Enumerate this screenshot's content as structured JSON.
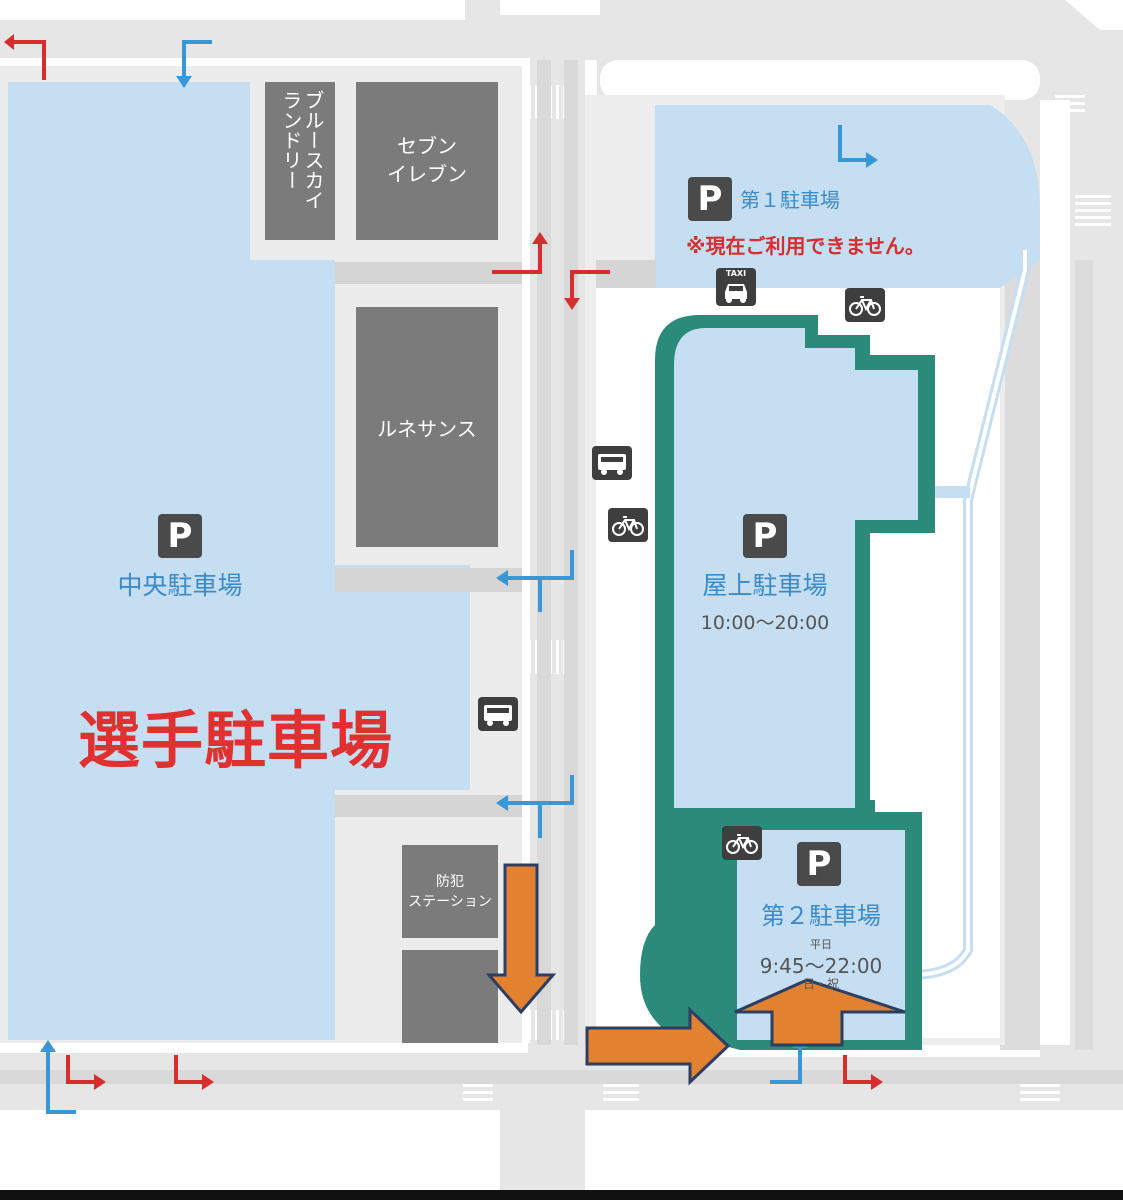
{
  "buildings": {
    "blue_sky_laundry": "ブルースカイ\nランドリー",
    "seven_eleven": "セブン\nイレブン",
    "renaissance": "ルネサンス",
    "police_station": "防犯\nステーション"
  },
  "parking": {
    "badge": "P",
    "central": {
      "name": "中央駐車場"
    },
    "first": {
      "name": "第１駐車場",
      "notice": "※現在ご利用できません。"
    },
    "rooftop": {
      "name": "屋上駐車場",
      "hours": "10:00〜20:00"
    },
    "second": {
      "name": "第２駐車場",
      "weekday_label": "平日",
      "weekday_hours": "9:45〜22:00",
      "holiday_label": "日・祝"
    }
  },
  "highlight": {
    "players_parking": "選手駐車場"
  },
  "icons": {
    "taxi": "TAXI",
    "taxi_icon": "taxi-icon",
    "bus_icon": "bus-icon",
    "bicycle_icon": "bicycle-icon"
  },
  "colors": {
    "parking_fill": "#c6def2",
    "road": "#d5d5d5",
    "building": "#7b7b7b",
    "mall_outline": "#2b8a7a",
    "highlight_text": "#e03131",
    "entry_arrow": "#e2812f",
    "entry_arrow_edge": "#2c3e63",
    "in_arrow": "#3a97d6",
    "out_arrow": "#d62e2e"
  }
}
